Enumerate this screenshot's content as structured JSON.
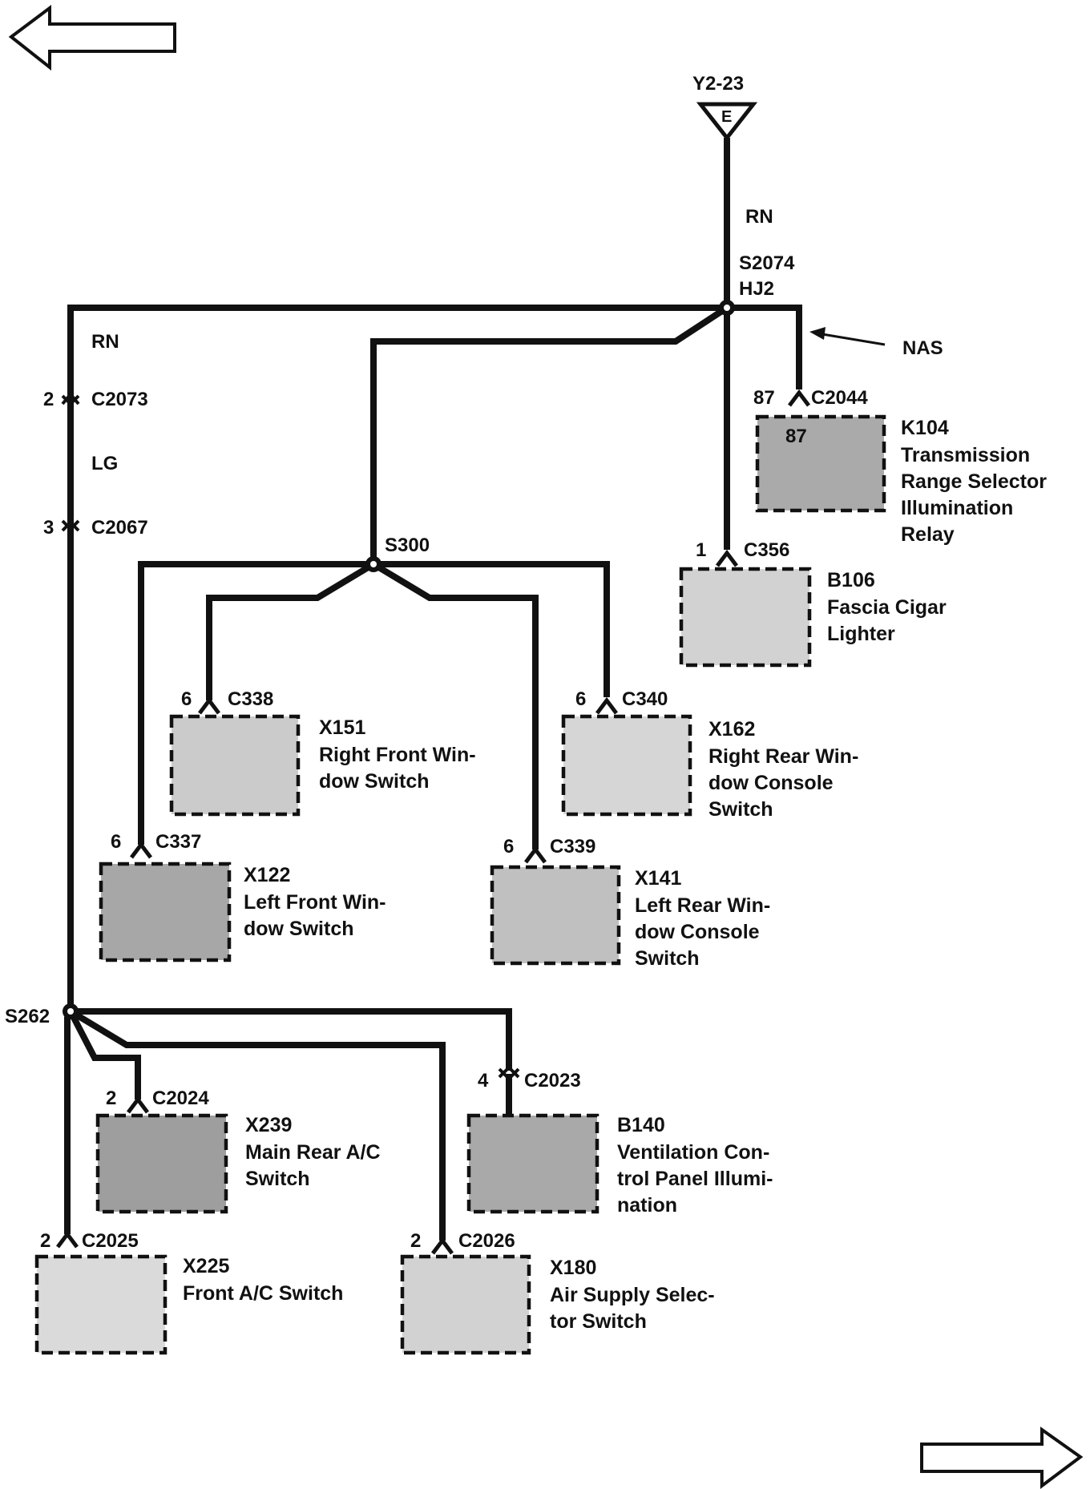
{
  "colors": {
    "ink": "#111111",
    "fill_a": "#c2c2c2",
    "fill_b": "#d8d8d8",
    "fill_c": "#a9a9a9"
  },
  "navigation": {
    "prev_icon": "left-arrow-icon",
    "next_icon": "right-arrow-icon"
  },
  "ground": {
    "ref": "Y2-23",
    "letter": "E"
  },
  "wires": {
    "rn_top": "RN",
    "rn_left": "RN",
    "lg_left": "LG",
    "nas_note": "NAS"
  },
  "splices": {
    "s2074": "S2074",
    "s2074_code": "HJ2",
    "s300": "S300",
    "s262": "S262"
  },
  "connectors": {
    "c2073": {
      "pin": "2",
      "name": "C2073"
    },
    "c2067": {
      "pin": "3",
      "name": "C2067"
    },
    "c2044": {
      "pin": "87",
      "name": "C2044"
    },
    "c356": {
      "pin": "1",
      "name": "C356"
    },
    "c338": {
      "pin": "6",
      "name": "C338"
    },
    "c340": {
      "pin": "6",
      "name": "C340"
    },
    "c337": {
      "pin": "6",
      "name": "C337"
    },
    "c339": {
      "pin": "6",
      "name": "C339"
    },
    "c2024": {
      "pin": "2",
      "name": "C2024"
    },
    "c2023": {
      "pin": "4",
      "name": "C2023"
    },
    "c2025": {
      "pin": "2",
      "name": "C2025"
    },
    "c2026": {
      "pin": "2",
      "name": "C2026"
    }
  },
  "components": {
    "k104": {
      "id": "K104",
      "pin_inside": "87",
      "lines": [
        "Transmission",
        "Range Selector",
        "Illumination",
        "Relay"
      ]
    },
    "b106": {
      "id": "B106",
      "lines": [
        "Fascia Cigar",
        "Lighter"
      ]
    },
    "x151": {
      "id": "X151",
      "lines": [
        "Right Front Win-",
        "dow Switch"
      ]
    },
    "x162": {
      "id": "X162",
      "lines": [
        "Right Rear Win-",
        "dow Console",
        "Switch"
      ]
    },
    "x122": {
      "id": "X122",
      "lines": [
        "Left Front Win-",
        "dow Switch"
      ]
    },
    "x141": {
      "id": "X141",
      "lines": [
        "Left Rear Win-",
        "dow Console",
        "Switch"
      ]
    },
    "x239": {
      "id": "X239",
      "lines": [
        "Main Rear A/C",
        "Switch"
      ]
    },
    "b140": {
      "id": "B140",
      "lines": [
        "Ventilation Con-",
        "trol Panel Illumi-",
        "nation"
      ]
    },
    "x225": {
      "id": "X225",
      "lines": [
        "Front A/C Switch"
      ]
    },
    "x180": {
      "id": "X180",
      "lines": [
        "Air Supply Selec-",
        "tor Switch"
      ]
    }
  }
}
